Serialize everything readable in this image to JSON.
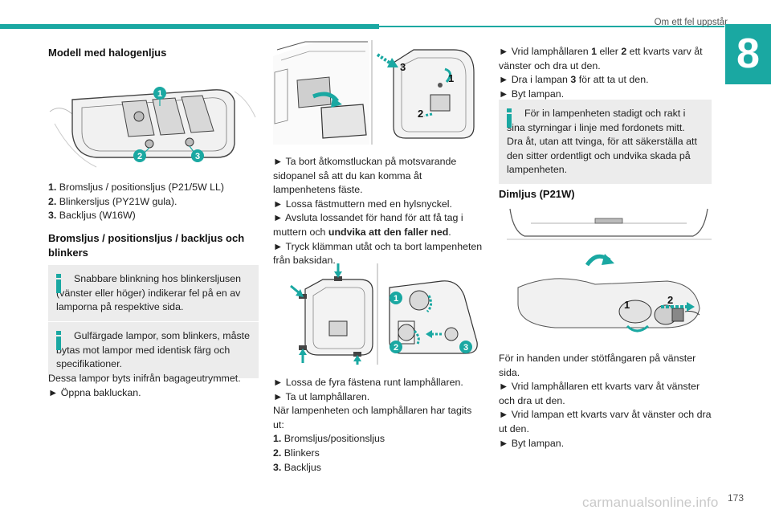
{
  "header": {
    "section_title": "Om ett fel uppstår",
    "chapter_number": "8"
  },
  "col1": {
    "heading_model": "Modell med halogenljus",
    "legend": [
      {
        "num": "1.",
        "text": "Bromsljus / positionsljus (P21/5W LL)"
      },
      {
        "num": "2.",
        "text": "Blinkersljus (PY21W gula)."
      },
      {
        "num": "3.",
        "text": "Backljus (W16W)"
      }
    ],
    "heading_lamps": "Bromsljus / positionsljus / backljus och blinkers",
    "info1": "Snabbare blinkning hos blinkersljusen (vänster eller höger) indikerar fel på en av lamporna på respektive sida.",
    "info2": "Gulfärgade lampor, som blinkers, måste bytas mot lampor med identisk färg och specifikationer.",
    "intro": "Dessa lampor byts inifrån bagageutrymmet.",
    "step_open": "► Öppna bakluckan."
  },
  "col2": {
    "steps_a": [
      "► Ta bort åtkomstluckan på motsvarande sidopanel så att du kan komma åt lampenhetens fäste.",
      "► Lossa fästmuttern med en hylsnyckel."
    ],
    "step_manual_pre": "► Avsluta lossandet för hand för att få tag i muttern och ",
    "step_manual_bold": "undvika att den faller ned",
    "step_manual_post": ".",
    "step_clip": "► Tryck klämman utåt och ta bort lampenheten från baksidan.",
    "steps_b": [
      "► Lossa de fyra fästena runt lamphållaren.",
      "► Ta ut lamphållaren.",
      "När lampenheten och lamphållaren har tagits ut:"
    ],
    "legend": [
      {
        "num": "1.",
        "text": "Bromsljus/positionsljus"
      },
      {
        "num": "2.",
        "text": "Blinkers"
      },
      {
        "num": "3.",
        "text": "Backljus"
      }
    ],
    "fig_labels": {
      "one": "1",
      "two": "2",
      "three": "3"
    }
  },
  "col3": {
    "step1_pre": "► Vrid lamphållaren ",
    "step1_b1": "1",
    "step1_mid": " eller ",
    "step1_b2": "2",
    "step1_post": " ett kvarts varv åt vänster och dra ut den.",
    "step2_pre": "► Dra i lampan ",
    "step2_b": "3",
    "step2_post": " för att ta ut den.",
    "step3": "► Byt lampan.",
    "info_line1": "För in lampenheten stadigt och rakt i sina styrningar i linje med fordonets mitt.",
    "info_line2": "Dra åt, utan att tvinga, för att säkerställa att den sitter ordentligt och undvika skada på lampenheten.",
    "heading_fog": "Dimljus (P21W)",
    "fog_steps": [
      "För in handen under stötfångaren på vänster sida.",
      "► Vrid lamphållaren ett kvarts varv åt vänster och dra ut den.",
      "► Vrid lampan ett kvarts varv åt vänster och dra ut den.",
      "► Byt lampan."
    ],
    "fig_labels": {
      "one": "1",
      "two": "2"
    }
  },
  "footer": {
    "page_number": "173",
    "watermark": "carmanualsonline.info"
  },
  "colors": {
    "accent": "#1aa8a2",
    "infobox": "#ececec"
  }
}
